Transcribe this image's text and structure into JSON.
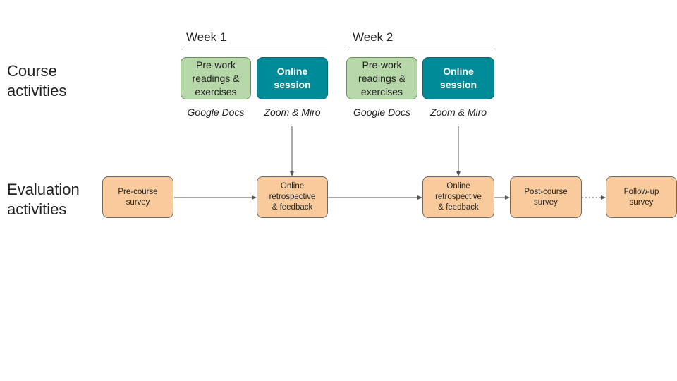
{
  "row_labels": {
    "course": "Course\nactivities",
    "evaluation": "Evaluation\nactivities"
  },
  "weeks": [
    {
      "title": "Week 1",
      "prework": "Pre-work\nreadings &\nexercises",
      "prework_tool": "Google Docs",
      "session": "Online\nsession",
      "session_tool": "Zoom & Miro"
    },
    {
      "title": "Week 2",
      "prework": "Pre-work\nreadings &\nexercises",
      "prework_tool": "Google Docs",
      "session": "Online\nsession",
      "session_tool": "Zoom & Miro"
    }
  ],
  "evaluation": {
    "pre_course": "Pre-course\nsurvey",
    "retro_1": "Online\nretrospective\n& feedback",
    "retro_2": "Online\nretrospective\n& feedback",
    "post_course": "Post-course\nsurvey",
    "follow_up": "Follow-up\nsurvey"
  },
  "colors": {
    "prework_fill": "#b6d7a8",
    "session_fill": "#008b99",
    "evaluation_fill": "#f9cb9c",
    "connector": "#555555"
  }
}
